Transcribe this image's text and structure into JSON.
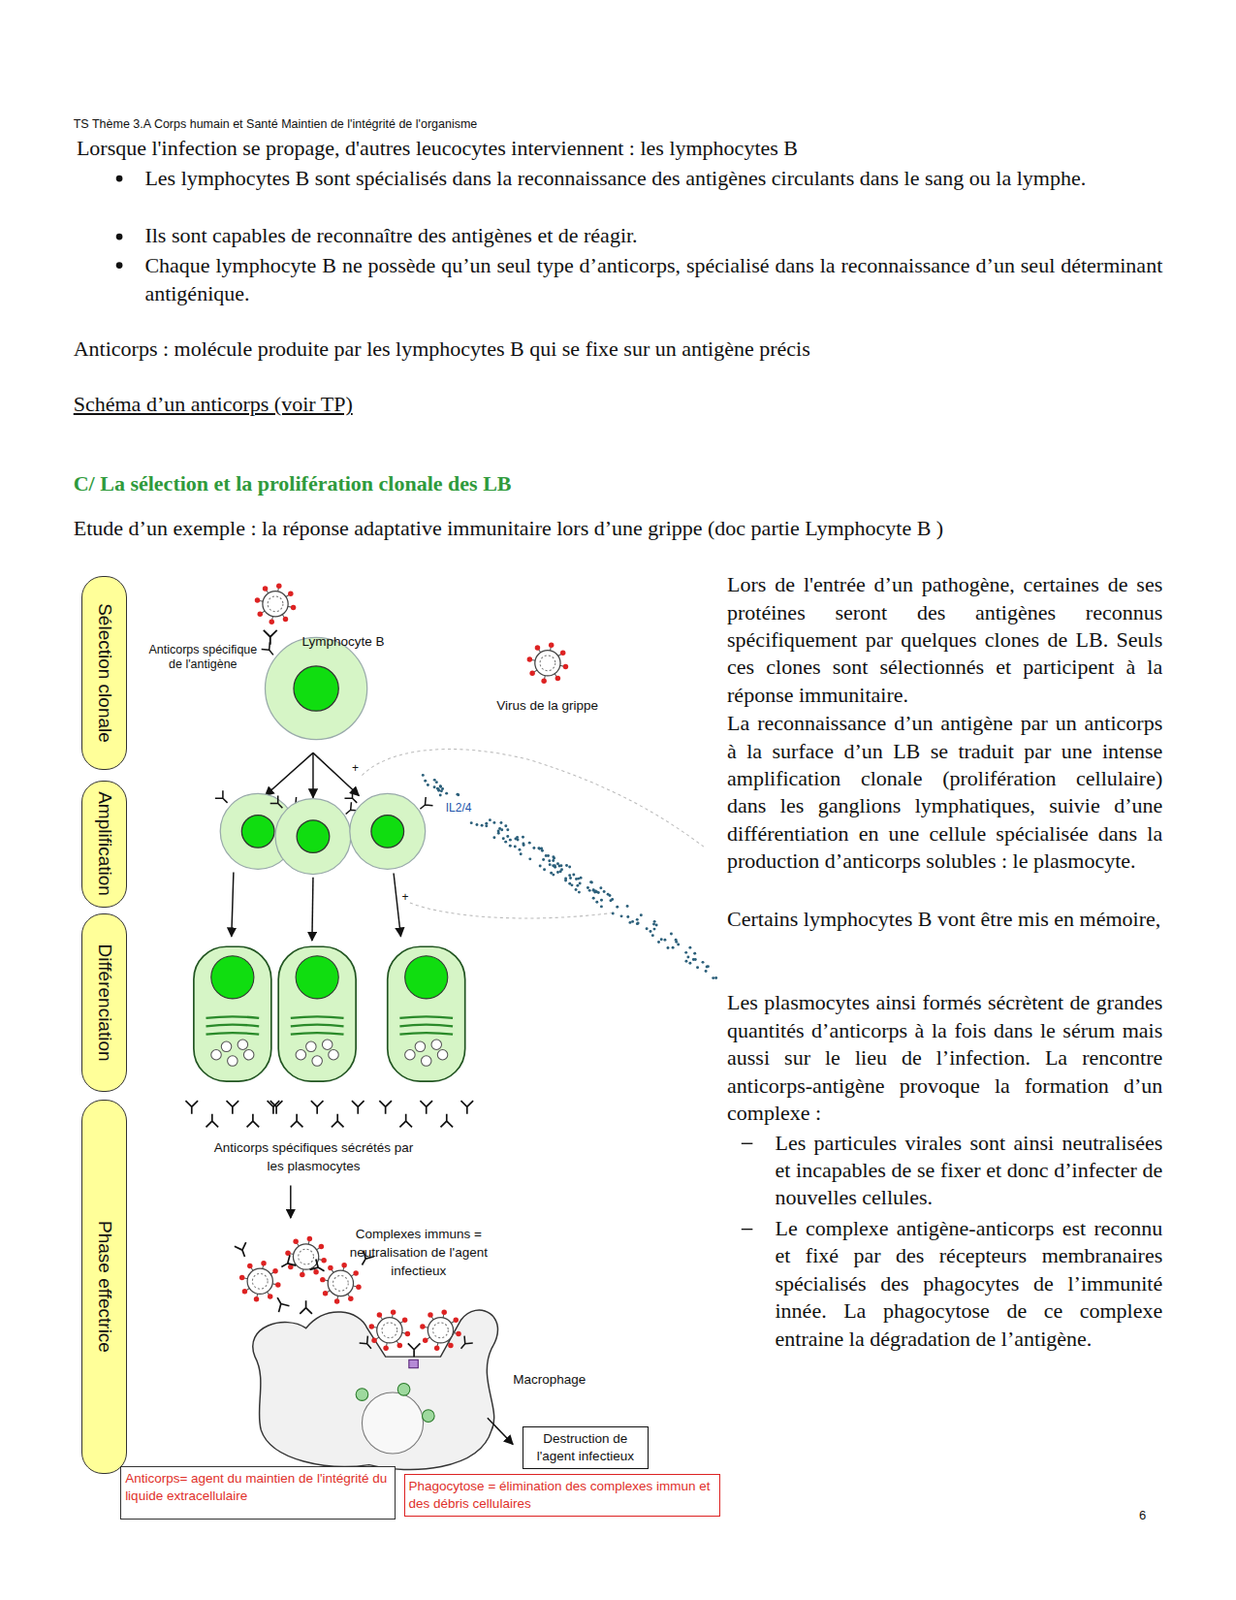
{
  "diagram": {
    "title": "C/ La sélection et la prolifération clonale des LB",
    "nodes": [
      {
        "text": [
          "Sélection clonale"
        ]
      },
      {
        "text": [
          "Amplification"
        ]
      },
      {
        "text": [
          "Différenciation"
        ]
      },
      {
        "text": [
          "Phase effectrice"
        ]
      },
      {
        "text": [
          "Destruction de l'agent infectieux"
        ]
      },
      {
        "text": [
          "Anticorps= agent du maintien de l'intégrité du liquide extracellulaire"
        ]
      },
      {
        "text": [
          "Phagocytose = élimination des complexes immun et des débris cellulaires"
        ]
      }
    ],
    "labels": [
      "TS Thème 3.A Corps humain et Santé Maintien de l'intégrité de l'organisme",
      "Lorsque l'infection se propage, d'autres leucocytes interviennent : les lymphocytes B",
      "Les lymphocytes B sont spécialisés dans la reconnaissance des antigènes circulants dans le sang ou la lymphe.",
      "Ils sont capables de reconnaître des antigènes et de réagir.",
      "Chaque lymphocyte B ne possède qu’un seul type d’anticorps, spécialisé dans la reconnaissance d’un seul déterminant antigénique.",
      "Anticorps : molécule produite par les lymphocytes B qui se fixe sur un antigène précis",
      "Schéma d’un anticorps (voir TP)",
      "Etude d’un exemple : la réponse adaptative immunitaire lors d’une grippe (doc partie Lymphocyte B )",
      "Lors de l'entrée d’un pathogène, certaines de ses protéines seront des antigènes reconnus spécifiquement par quelques clones de LB. Seuls ces clones sont sélectionnés et participent à la réponse immunitaire.",
      "La reconnaissance d’un antigène par un anticorps à la surface d’un LB se traduit par une intense amplification clonale (prolifération cellulaire) dans les ganglions lymphatiques, suivie d’une différentiation en une cellule spécialisée dans la production d’anticorps solubles : le plasmocyte.",
      "Certains lymphocytes B vont être mis en mémoire,",
      "Les plasmocytes ainsi formés sécrètent de grandes quantités d’anticorps à la fois dans le sérum mais aussi sur le lieu de l’infection. La rencontre anticorps-antigène provoque la formation d’un complexe :",
      "Les particules virales sont ainsi neutralisées et incapables de se fixer et donc d’infecter de nouvelles cellules.",
      "Le complexe antigène-anticorps est reconnu et fixé par des récepteurs membranaires spécialisés des phagocytes de l’immunité innée. La phagocytose de ce complexe entraine la dégradation de l’antigène.",
      "Anticorps spécifique de l'antigène",
      "Lymphocyte B",
      "Virus de la grippe",
      "+",
      "IL2/4",
      "+",
      "Anticorps spécifiques sécrétés par les plasmocytes",
      "Complexes immuns = neutralisation de l'agent infectieux",
      "Macrophage",
      "6"
    ]
  }
}
